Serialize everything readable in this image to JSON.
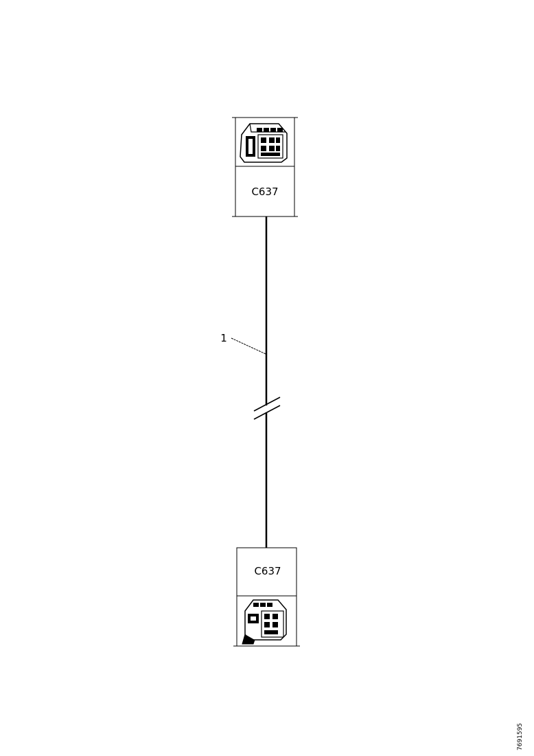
{
  "connectors": {
    "top": {
      "label": "C637",
      "icon": "connector-housing-icon"
    },
    "bottom": {
      "label": "C637",
      "icon": "connector-housing-icon"
    }
  },
  "wire": {
    "callout": "1"
  },
  "reference_code": "7691595"
}
